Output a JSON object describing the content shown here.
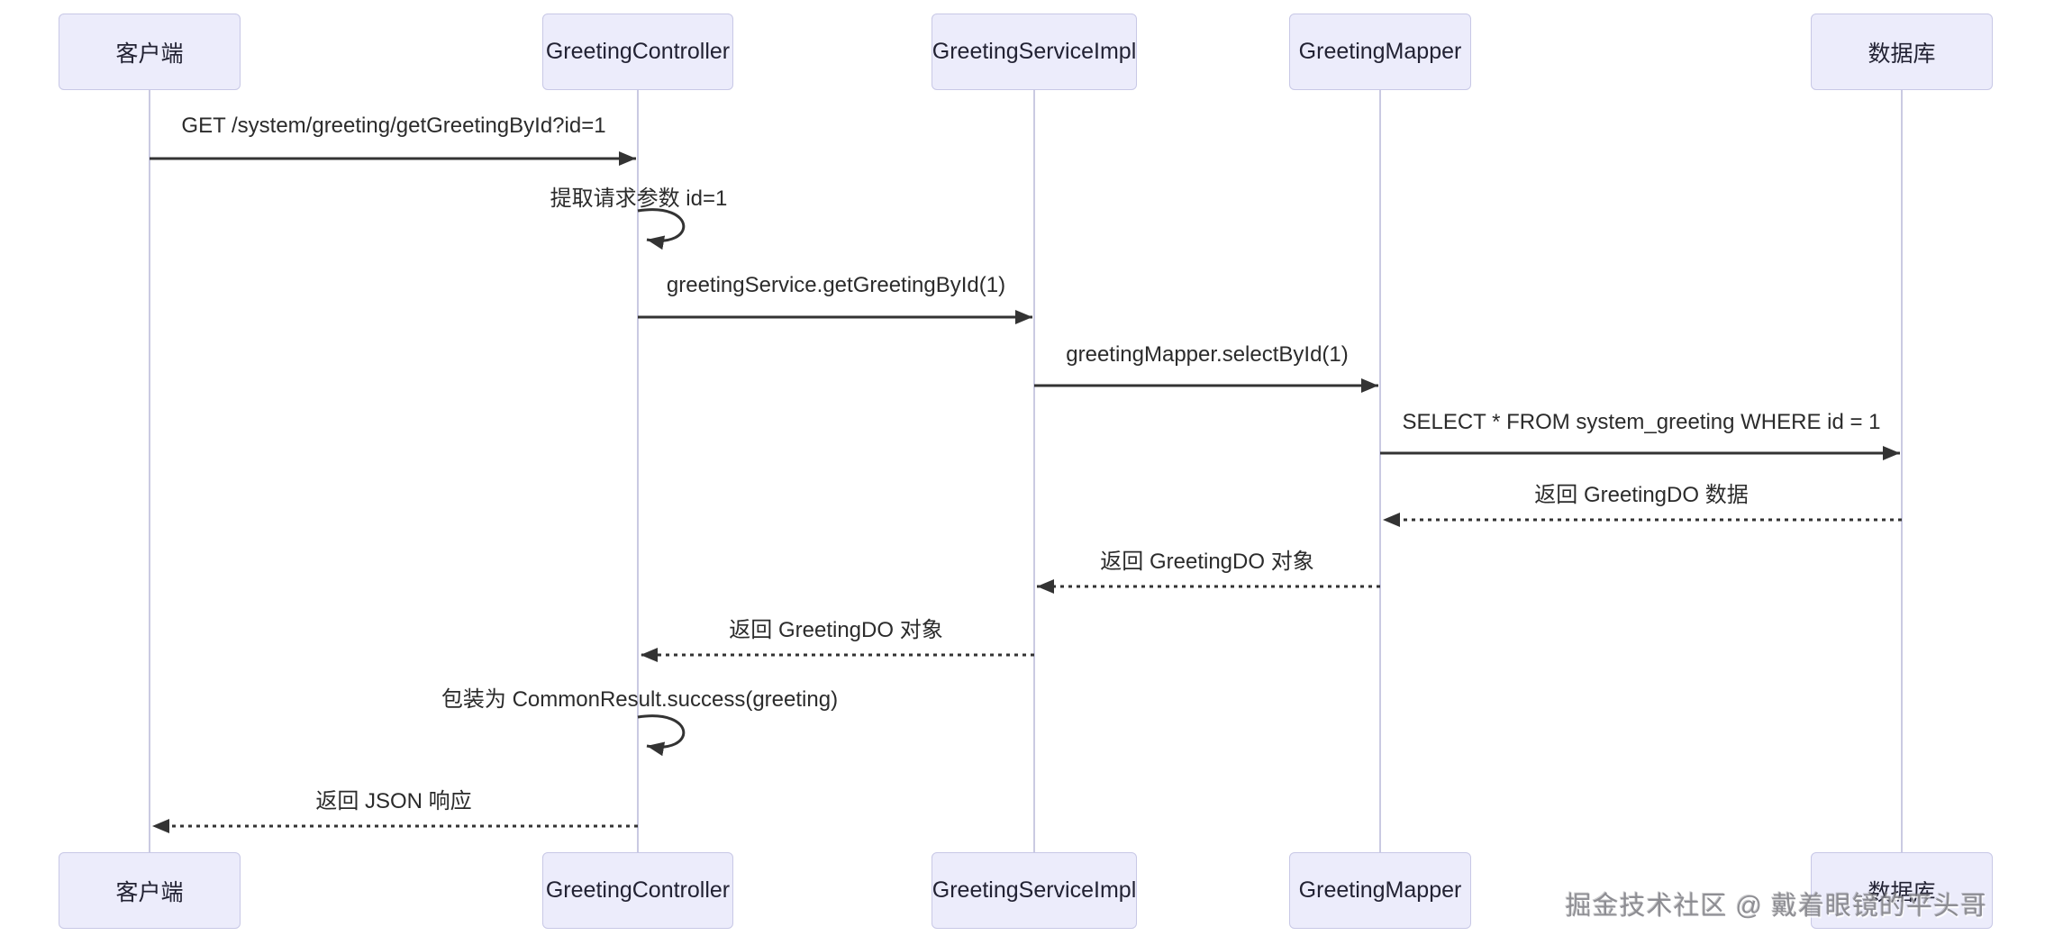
{
  "diagram": {
    "type": "sequence-diagram",
    "participants": [
      {
        "id": "client",
        "label": "客户端"
      },
      {
        "id": "controller",
        "label": "GreetingController"
      },
      {
        "id": "service",
        "label": "GreetingServiceImpl"
      },
      {
        "id": "mapper",
        "label": "GreetingMapper"
      },
      {
        "id": "database",
        "label": "数据库"
      }
    ],
    "messages": [
      {
        "from": "客户端",
        "to": "GreetingController",
        "type": "solid",
        "label": "GET /system/greeting/getGreetingById?id=1"
      },
      {
        "from": "GreetingController",
        "to": "GreetingController",
        "type": "self",
        "label": "提取请求参数 id=1"
      },
      {
        "from": "GreetingController",
        "to": "GreetingServiceImpl",
        "type": "solid",
        "label": "greetingService.getGreetingById(1)"
      },
      {
        "from": "GreetingServiceImpl",
        "to": "GreetingMapper",
        "type": "solid",
        "label": "greetingMapper.selectById(1)"
      },
      {
        "from": "GreetingMapper",
        "to": "数据库",
        "type": "solid",
        "label": "SELECT * FROM system_greeting WHERE id = 1"
      },
      {
        "from": "数据库",
        "to": "GreetingMapper",
        "type": "dashed",
        "label": "返回 GreetingDO 数据"
      },
      {
        "from": "GreetingMapper",
        "to": "GreetingServiceImpl",
        "type": "dashed",
        "label": "返回 GreetingDO 对象"
      },
      {
        "from": "GreetingServiceImpl",
        "to": "GreetingController",
        "type": "dashed",
        "label": "返回 GreetingDO 对象"
      },
      {
        "from": "GreetingController",
        "to": "GreetingController",
        "type": "self",
        "label": "包装为 CommonResult.success(greeting)"
      },
      {
        "from": "GreetingController",
        "to": "客户端",
        "type": "dashed",
        "label": "返回 JSON 响应"
      }
    ]
  },
  "watermark": {
    "text": "掘金技术社区 @ 戴着眼镜的平头哥"
  },
  "colors": {
    "actor_fill": "#ECECFB",
    "actor_border": "#C8C8E6",
    "lifeline": "#CACAE2",
    "arrow": "#333333",
    "text": "#2B2B2B",
    "background": "#FFFFFF"
  }
}
